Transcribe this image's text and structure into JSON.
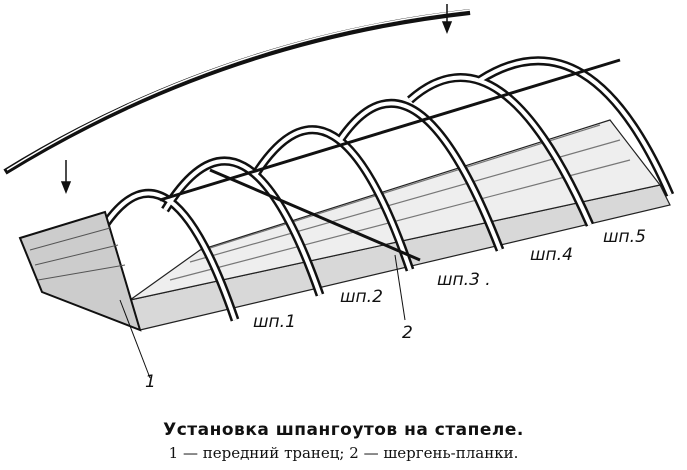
{
  "labels": {
    "frame1": "шп.1",
    "frame2": "шп.2",
    "frame3": "шп.3 .",
    "frame4": "шп.4",
    "frame5": "шп.5",
    "callout1": "1",
    "callout2": "2"
  },
  "caption": {
    "title": "Установка шпангоутов на стапеле.",
    "legend": "1 — передний транец; 2 — шергень-планки."
  }
}
